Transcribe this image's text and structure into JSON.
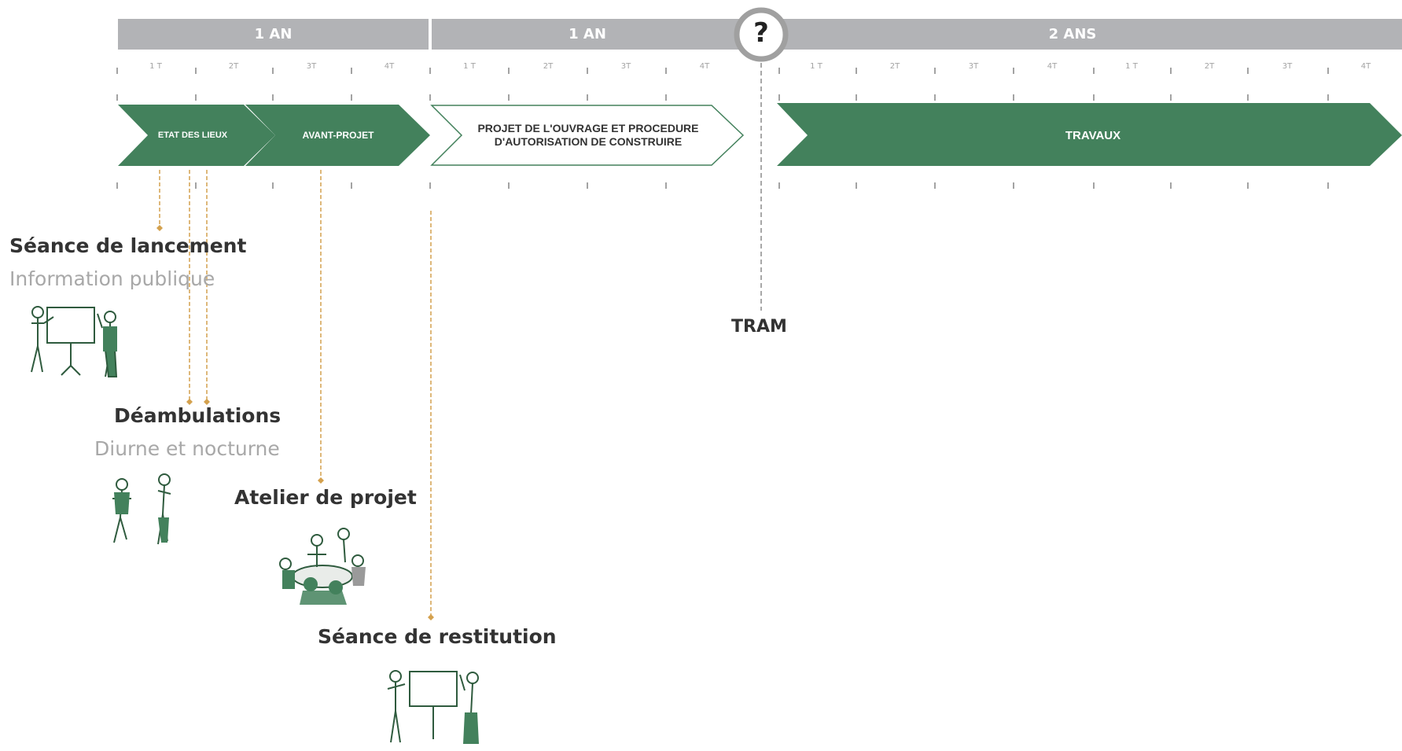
{
  "periods": [
    {
      "label": "1 AN"
    },
    {
      "label": "1 AN"
    },
    {
      "label": "2 ANS"
    }
  ],
  "quarters": [
    "1 T",
    "2T",
    "3T",
    "4T",
    "1 T",
    "2T",
    "3T",
    "4T",
    "1 T",
    "2T",
    "3T",
    "4T",
    "1 T",
    "2T",
    "3T",
    "4T"
  ],
  "milestone_mark": "?",
  "phases": [
    {
      "label": "ETAT DES LIEUX",
      "style": "filled"
    },
    {
      "label": "AVANT-PROJET",
      "style": "filled"
    },
    {
      "label": "PROJET DE L'OUVRAGE ET PROCEDURE D'AUTORISATION DE CONSTRUIRE",
      "style": "outline"
    },
    {
      "label": "TRAVAUX",
      "style": "filled"
    }
  ],
  "tram_label": "TRAM",
  "events": [
    {
      "title": "Séance de lancement",
      "subtitle": "Information publique",
      "illustration": "presentation-people-icon"
    },
    {
      "title": "Déambulations",
      "subtitle": "Diurne et nocturne",
      "illustration": "walking-people-icon"
    },
    {
      "title": "Atelier de projet",
      "subtitle": "",
      "illustration": "workshop-table-icon"
    },
    {
      "title": "Séance de restitution",
      "subtitle": "",
      "illustration": "presentation-people-icon"
    }
  ],
  "colors": {
    "phase_green": "#43815c",
    "header_grey": "#b2b3b6",
    "connector_gold": "#d4a14e",
    "title_text": "#333333",
    "subtitle_text": "#a8a8a8"
  }
}
